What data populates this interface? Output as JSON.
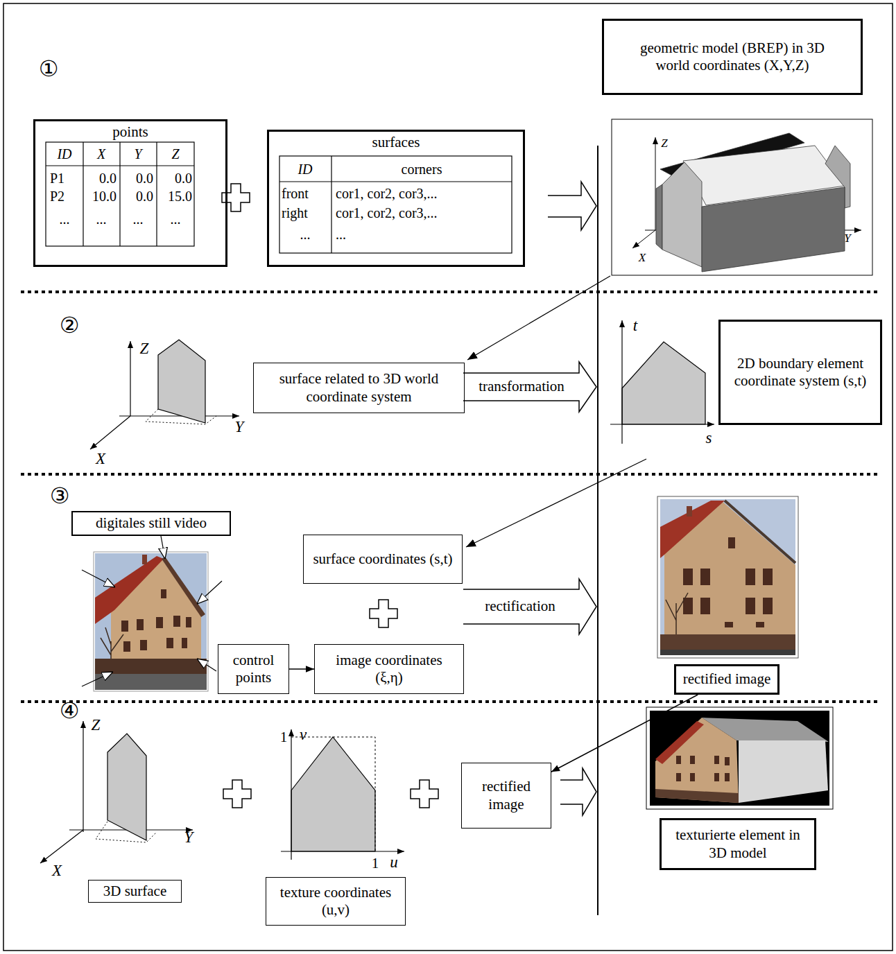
{
  "diagram": {
    "nodes": [
      {
        "text": [
          "geometric model (BREP) in 3D world coordinates (X,Y,Z)"
        ]
      },
      {
        "text": [
          "points"
        ]
      },
      {
        "text": [
          "surfaces"
        ]
      },
      {
        "text": [
          "surface related to 3D world coordinate system"
        ]
      },
      {
        "text": [
          "2D boundary element coordinate system (s,t)"
        ]
      },
      {
        "text": [
          "digitales still video"
        ]
      },
      {
        "text": [
          "surface coordinates (s,t)"
        ]
      },
      {
        "text": [
          "control points"
        ]
      },
      {
        "text": [
          "image coordinates (ξ,η)"
        ]
      },
      {
        "text": [
          "rectified image"
        ]
      },
      {
        "text": [
          "rectified image"
        ]
      },
      {
        "text": [
          "3D surface"
        ]
      },
      {
        "text": [
          "texture coordinates (u,v)"
        ]
      },
      {
        "text": [
          "texturierte element in 3D model"
        ]
      }
    ],
    "edges": [
      {
        "from": 7,
        "to": 8,
        "arrow": "to"
      },
      {
        "from": 9,
        "to": 10,
        "arrow": "to"
      }
    ],
    "labels": [
      "①",
      "ID",
      "X",
      "Y",
      "Z",
      "P1",
      "0.0",
      "0.0",
      "0.0",
      "P2",
      "10.0",
      "0.0",
      "15.0",
      "...",
      "...",
      "...",
      "...",
      "ID",
      "corners",
      "front",
      "cor1, cor2, cor3,...",
      "right",
      "cor1, cor2, cor3,...",
      "...",
      "...",
      "Z",
      "Y",
      "X",
      "②",
      "Z",
      "Y",
      "X",
      "transformation",
      "t",
      "s",
      "③",
      "rectification",
      "④",
      "Z",
      "Y",
      "X",
      "v",
      "1",
      "1",
      "u"
    ]
  }
}
